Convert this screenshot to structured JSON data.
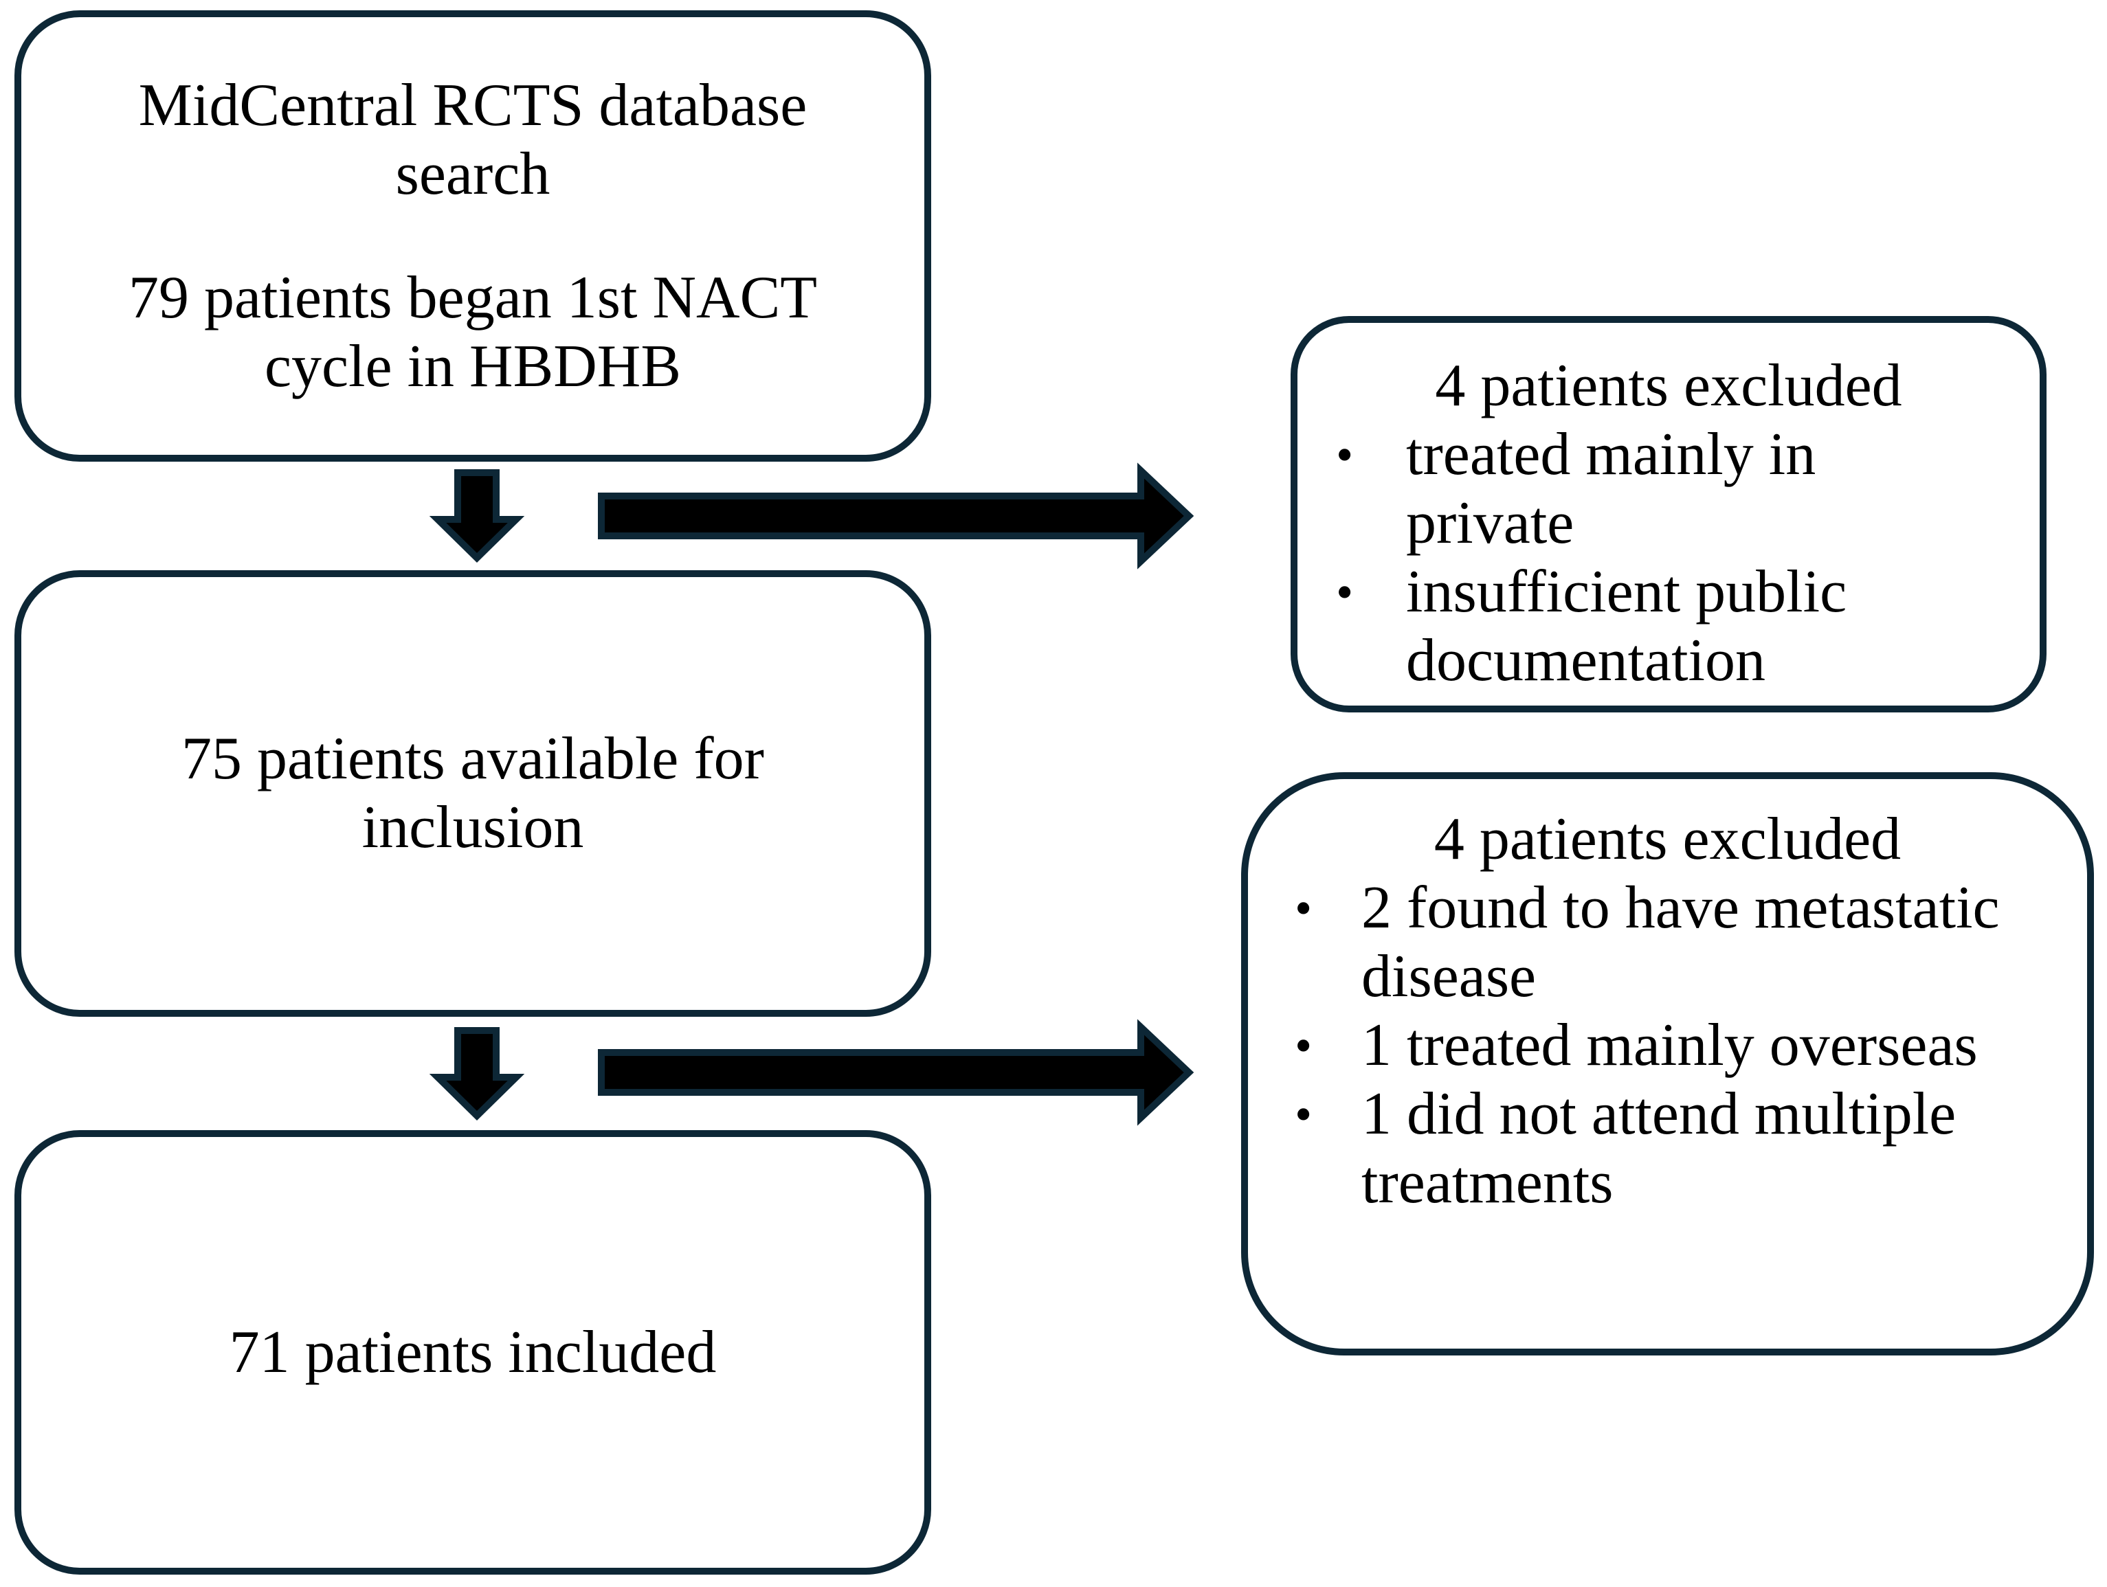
{
  "palette": {
    "outline": "#0d2736",
    "arrow": "#000000",
    "ink": "#000000",
    "bg": "#ffffff"
  },
  "boxes": {
    "database_search": {
      "paragraph1": "MidCentral RCTS database search",
      "paragraph2": "79 patients began 1st NACT cycle in HBDHB"
    },
    "available_for_inclusion": {
      "text": "75 patients available for inclusion"
    },
    "included": {
      "text": "71 patients included"
    },
    "excluded_top": {
      "title": "4 patients excluded",
      "bullets": [
        "treated mainly in private",
        "insufficient public documentation"
      ]
    },
    "excluded_bottom": {
      "title": "4 patients excluded",
      "bullets": [
        "2 found to have metastatic disease",
        "1 treated mainly overseas",
        "1 did not attend multiple treatments"
      ]
    }
  }
}
